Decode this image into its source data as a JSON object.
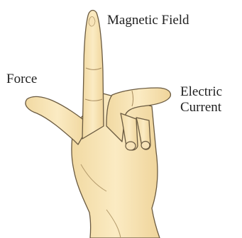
{
  "labels": {
    "magnetic_field": "Magnetic Field",
    "force": "Force",
    "electric_line1": "Electric",
    "electric_line2": "Current"
  },
  "colors": {
    "skin": "#f8e6b8",
    "skin_shade": "#eccc8f",
    "outline": "#6a5a40",
    "text": "#1f1f1f",
    "background": "#ffffff"
  }
}
